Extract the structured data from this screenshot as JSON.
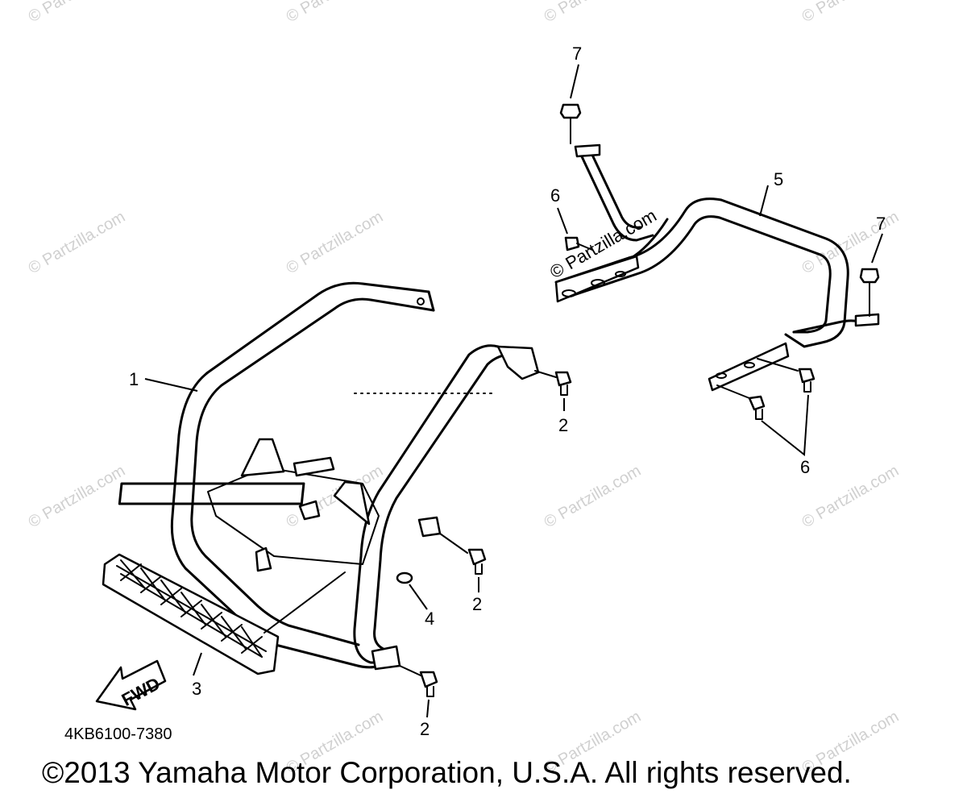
{
  "callouts": {
    "c1": "1",
    "c2a": "2",
    "c2b": "2",
    "c2c": "2",
    "c3": "3",
    "c4": "4",
    "c5": "5",
    "c6a": "6",
    "c6b": "6",
    "c7a": "7",
    "c7b": "7"
  },
  "fwd_label": "FWD",
  "diagram_code": "4KB6100-7380",
  "copyright": "©2013 Yamaha Motor Corporation, U.S.A. All rights reserved.",
  "watermark": "© Partzilla.com",
  "watermark_center": "© Partzilla.com"
}
